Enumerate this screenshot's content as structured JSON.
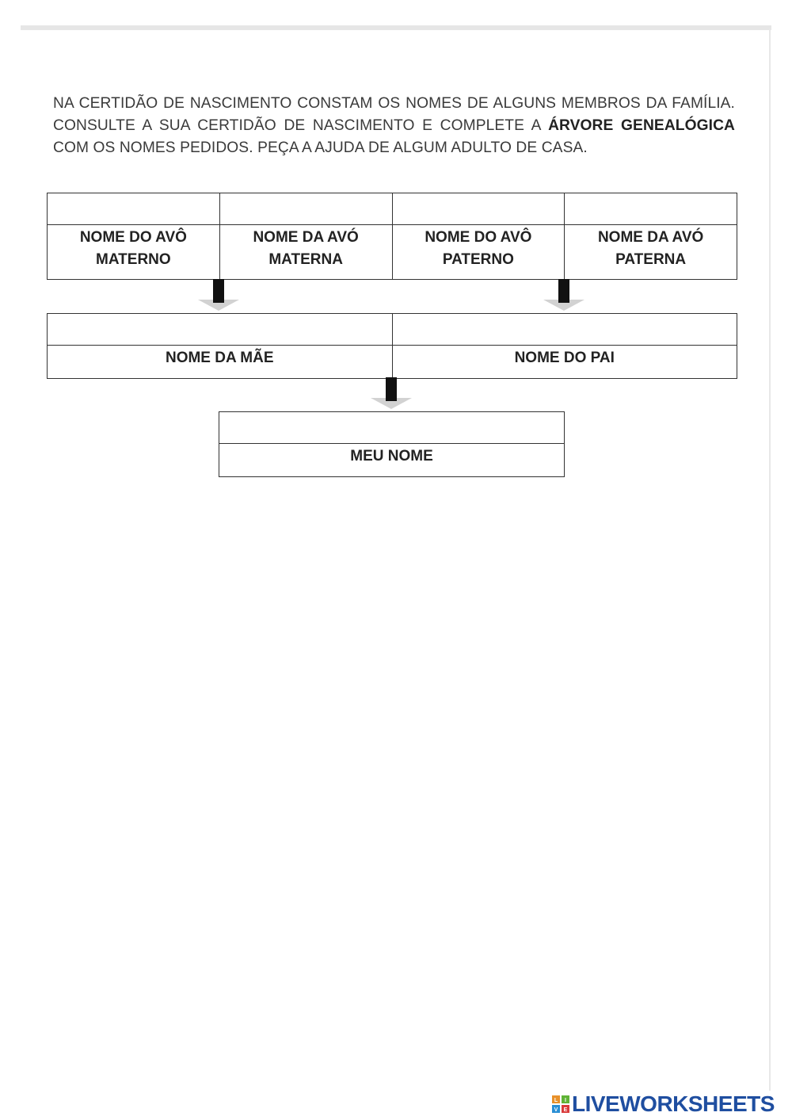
{
  "instructions": {
    "part1": "NA CERTIDÃO DE NASCIMENTO CONSTAM OS NOMES DE ALGUNS MEMBROS DA FAMÍLIA. CONSULTE A SUA CERTIDÃO DE NASCIMENTO E COMPLETE A ",
    "emphasis": "ÁRVORE GENEALÓGICA",
    "part2": " COM OS NOMES PEDIDOS. PEÇA A AJUDA DE ALGUM ADULTO DE CASA."
  },
  "grandparents": [
    {
      "line1": "NOME DO AVÔ",
      "line2": "MATERNO",
      "value": ""
    },
    {
      "line1": "NOME DA AVÓ",
      "line2": "MATERNA",
      "value": ""
    },
    {
      "line1": "NOME DO AVÔ",
      "line2": "PATERNO",
      "value": ""
    },
    {
      "line1": "NOME DA AVÓ",
      "line2": "PATERNA",
      "value": ""
    }
  ],
  "parents": [
    {
      "label": "NOME DA MÃE",
      "value": ""
    },
    {
      "label": "NOME DO PAI",
      "value": ""
    }
  ],
  "me": {
    "label": "MEU NOME",
    "value": ""
  },
  "branding": {
    "logo_text": "LIVEWORKSHEETS",
    "logo_mark_text": "LIVE",
    "logo_icon": "liveworksheets-logo-icon"
  },
  "colors": {
    "border": "#333333",
    "arrow": "#111111",
    "logo": "#1f4ea0"
  }
}
